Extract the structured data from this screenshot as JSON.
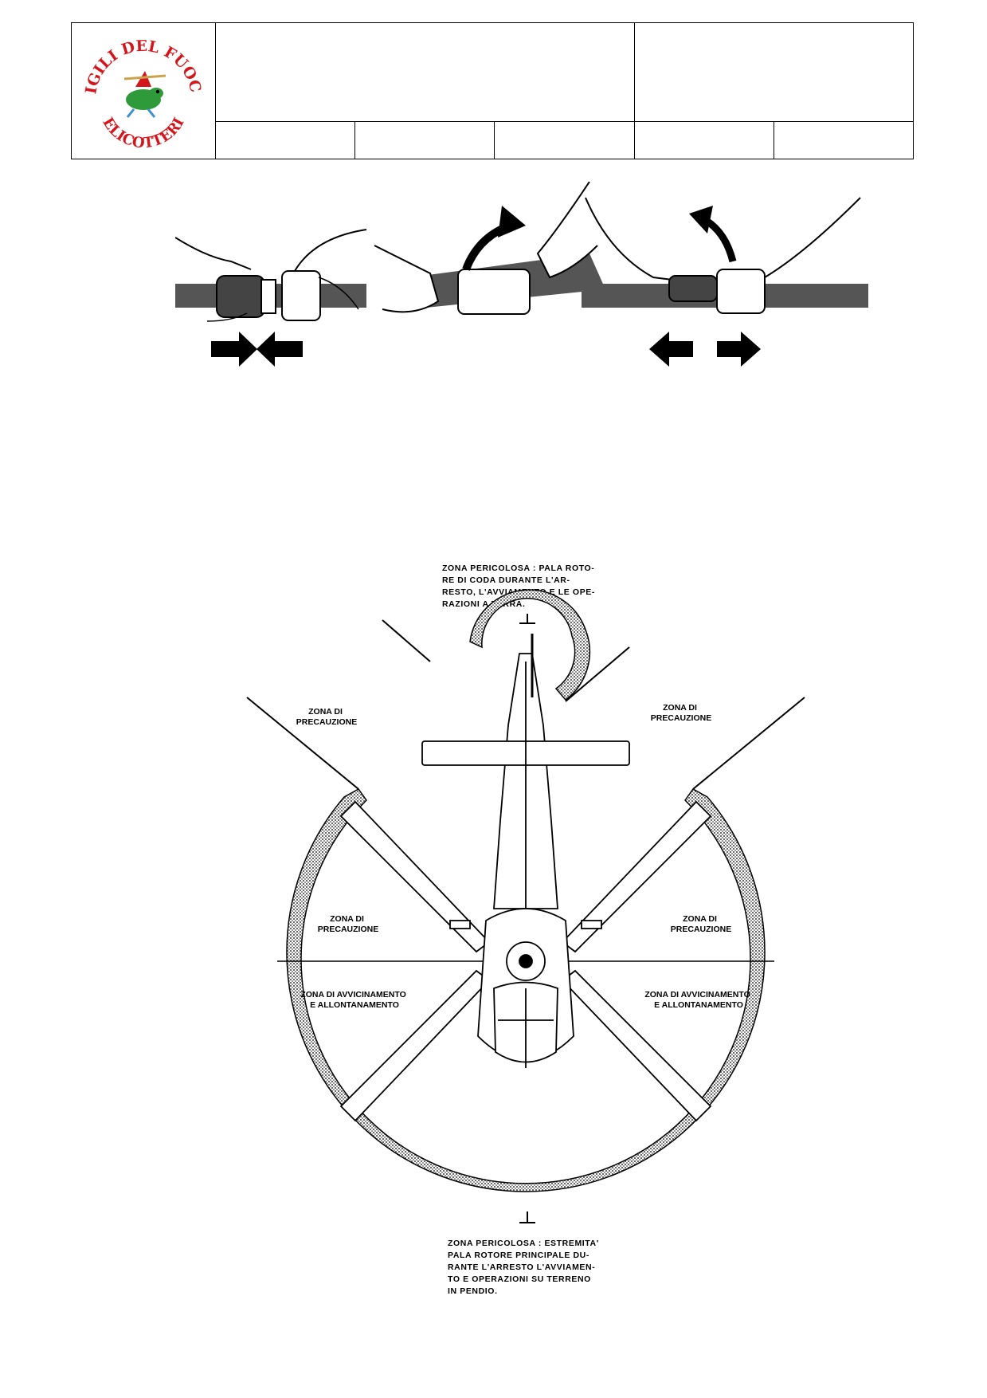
{
  "logo": {
    "top_text": "VIGILI DEL FUOCO",
    "bottom_text": "ELICOTTERI",
    "separator": "-"
  },
  "colors": {
    "logo_red": "#d4161c",
    "logo_green": "#2f9a3a",
    "line": "#000000",
    "hatch": "#7a7a7a"
  },
  "seatbelt_steps": [
    {
      "step": "fasten",
      "arrows": "converging"
    },
    {
      "step": "lift-lever",
      "arrows": "curved-up"
    },
    {
      "step": "release",
      "arrows": "diverging"
    }
  ],
  "diagram": {
    "tail_danger_note": [
      "ZONA PERICOLOSA : PALA ROTO-",
      "RE  DI  CODA  DURANTE  L'AR-",
      "RESTO, L'AVVIAMENTO E LE OPE-",
      "RAZIONI A TERRA."
    ],
    "caution_upper_left": [
      "ZONA DI",
      "PRECAUZIONE"
    ],
    "caution_upper_right": [
      "ZONA DI",
      "PRECAUZIONE"
    ],
    "caution_mid_left": [
      "ZONA DI",
      "PRECAUZIONE"
    ],
    "caution_mid_right": [
      "ZONA DI",
      "PRECAUZIONE"
    ],
    "approach_left": [
      "ZONA DI AVVICINAMENTO",
      "E ALLONTANAMENTO"
    ],
    "approach_right": [
      "ZONA DI AVVICINAMENTO",
      "E ALLONTANAMENTO"
    ],
    "main_danger_note": [
      "ZONA PERICOLOSA :   ESTREMITA'",
      "PALA  ROTORE  PRINCIPALE  DU-",
      "RANTE  L'ARRESTO  L'AVVIAMEN-",
      "TO  E  OPERAZIONI  SU  TERRENO",
      "IN PENDIO."
    ]
  }
}
